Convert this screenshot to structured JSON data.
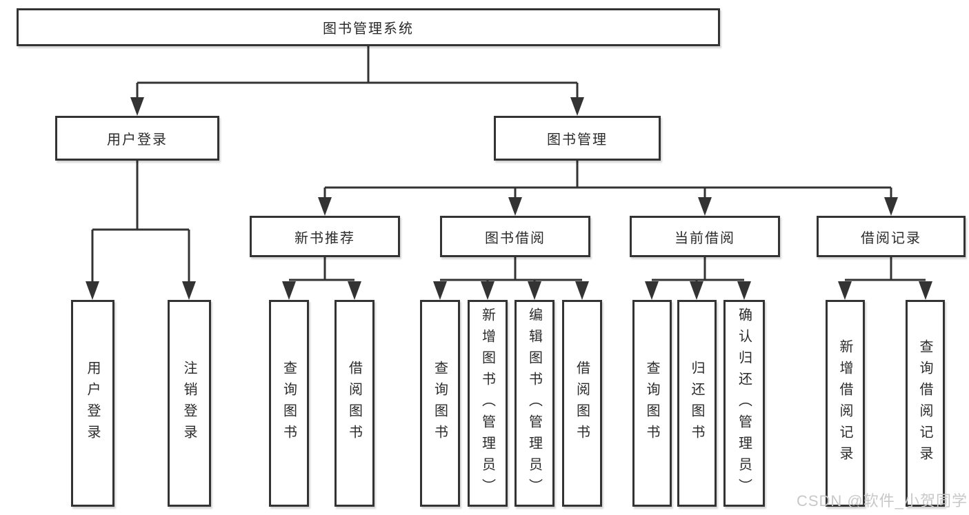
{
  "colors": {
    "line": "#333333",
    "box_border": "#333333",
    "text": "#2b2b2b",
    "background": "#ffffff",
    "watermark": "#c8c8c8"
  },
  "tree": {
    "label": "图书管理系统",
    "children": [
      {
        "label": "用户登录",
        "children": [
          {
            "label": "用户登录"
          },
          {
            "label": "注销登录"
          }
        ]
      },
      {
        "label": "图书管理",
        "children": [
          {
            "label": "新书推荐",
            "children": [
              {
                "label": "查询图书"
              },
              {
                "label": "借阅图书"
              }
            ]
          },
          {
            "label": "图书借阅",
            "children": [
              {
                "label": "查询图书"
              },
              {
                "label": "新增图书（管理员）"
              },
              {
                "label": "编辑图书（管理员）"
              },
              {
                "label": "借阅图书"
              }
            ]
          },
          {
            "label": "当前借阅",
            "children": [
              {
                "label": "查询图书"
              },
              {
                "label": "归还图书"
              },
              {
                "label": "确认归还（管理员）"
              }
            ]
          },
          {
            "label": "借阅记录",
            "children": [
              {
                "label": "新增借阅记录"
              },
              {
                "label": "查询借阅记录"
              }
            ]
          }
        ]
      }
    ]
  },
  "watermark": {
    "text": "CSDN @软件_小贺同学"
  }
}
